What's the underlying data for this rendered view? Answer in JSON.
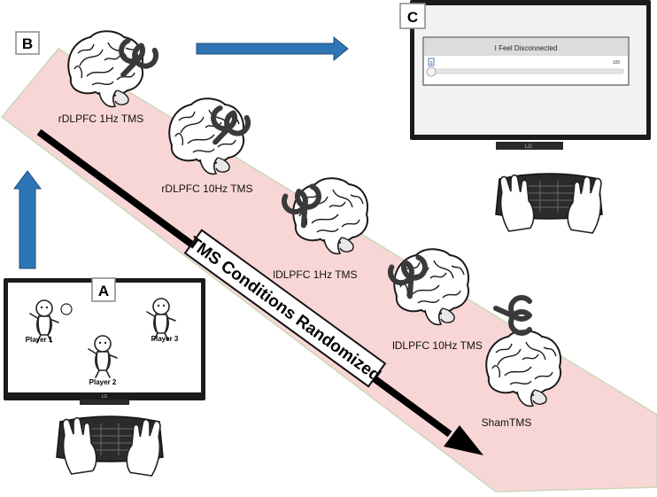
{
  "panels": {
    "a": "A",
    "b": "B",
    "c": "C"
  },
  "game": {
    "players": [
      "Player 1",
      "Player 3",
      "Player 2"
    ]
  },
  "rating": {
    "title": "I Feel Disconnected",
    "min_label": "0",
    "max_label": "100"
  },
  "monitor_brand": "LG",
  "diagonal_label": "TMS Conditions Randomized",
  "conditions": [
    "rDLPFC 1Hz TMS",
    "rDLPFC 10Hz TMS",
    "lDLPFC 1Hz TMS",
    "lDLPFC 10Hz TMS",
    "ShamTMS"
  ],
  "colors": {
    "band": "#f9d6d6",
    "band_edge": "#c9d8b8",
    "arrow": "#2e75b6",
    "arrow_edge": "#1f4e79",
    "screen_frame": "#1b1b1b"
  },
  "icons": [
    "brain-icon",
    "tms-coil-icon",
    "keyboard-icon",
    "hand-icon",
    "cartoon-figure-icon",
    "ball-icon"
  ]
}
